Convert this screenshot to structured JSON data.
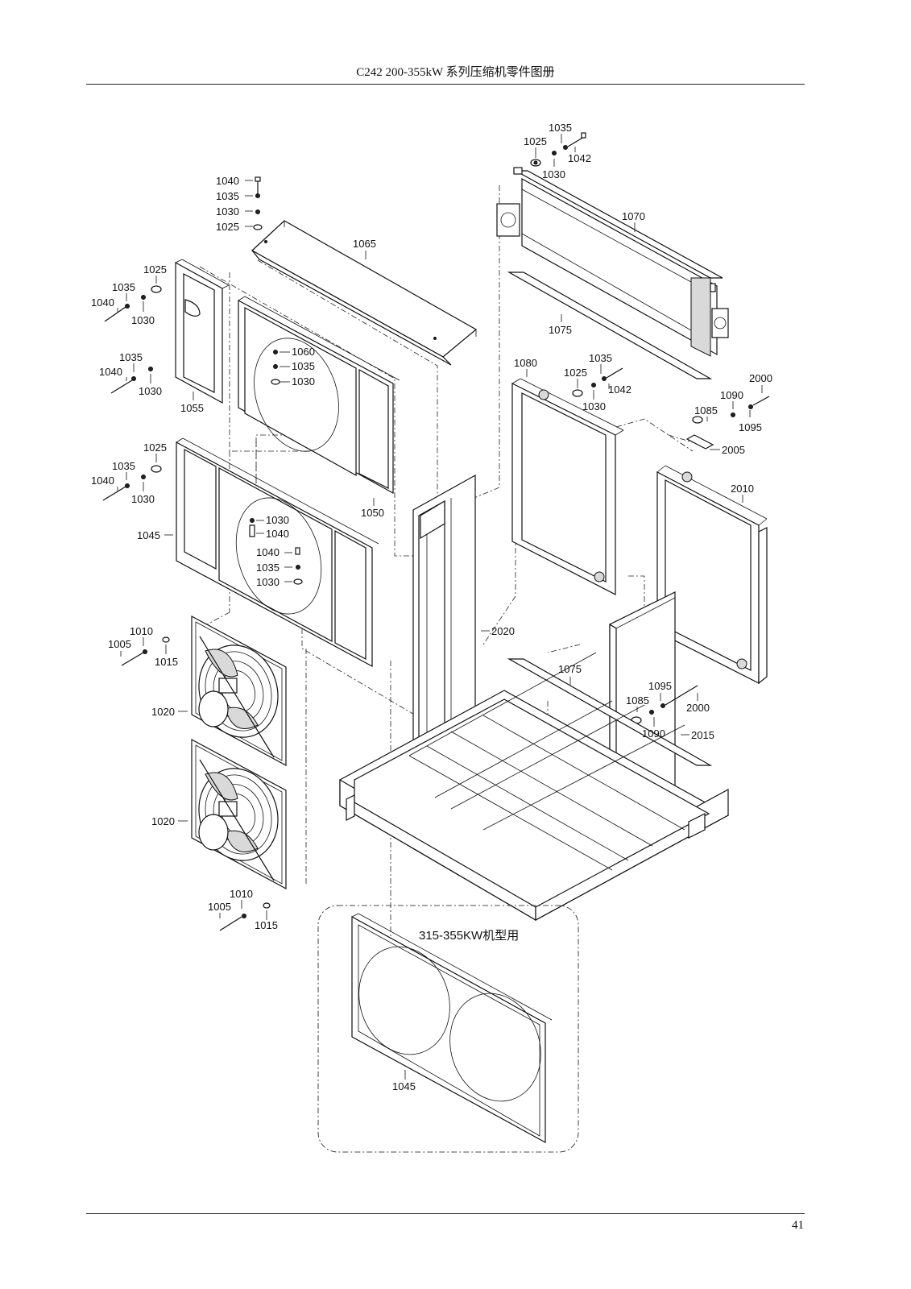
{
  "header": {
    "title": "C242 200-355kW 系列压缩机零件图册"
  },
  "footer": {
    "page_number": "41"
  },
  "inset": {
    "caption": "315-355KW机型用",
    "part": "1045"
  },
  "callouts": {
    "c1035_top": "1035",
    "c1025_top": "1025",
    "c1030_top": "1030",
    "c1042_top": "1042",
    "c1070": "1070",
    "c1075_top": "1075",
    "c1040_a": "1040",
    "c1035_a": "1035",
    "c1030_a": "1030",
    "c1025_a": "1025",
    "c1065": "1065",
    "c1025_b": "1025",
    "c1035_b": "1035",
    "c1040_b": "1040",
    "c1030_b": "1030",
    "c1035_c": "1035",
    "c1040_c": "1040",
    "c1030_c": "1030",
    "c1055": "1055",
    "c1060": "1060",
    "c1035_d": "1035",
    "c1030_d": "1030",
    "c1050": "1050",
    "c1080": "1080",
    "c1035_e": "1035",
    "c1025_e": "1025",
    "c1042_e": "1042",
    "c1030_e": "1030",
    "c2000_a": "2000",
    "c1090_a": "1090",
    "c1085_a": "1085",
    "c1095_a": "1095",
    "c2005": "2005",
    "c2010": "2010",
    "c1025_f": "1025",
    "c1035_f": "1035",
    "c1040_f": "1040",
    "c1030_f": "1030",
    "c1045": "1045",
    "c1030_g": "1030",
    "c1040_g": "1040",
    "c1040_h": "1040",
    "c1035_h": "1035",
    "c1030_h": "1030",
    "c2020": "2020",
    "c1010_a": "1010",
    "c1005_a": "1005",
    "c1015_a": "1015",
    "c1020_a": "1020",
    "c1020_b": "1020",
    "c1075_b": "1075",
    "c1095_b": "1095",
    "c1085_b": "1085",
    "c2000_b": "2000",
    "c1090_b": "1090",
    "c2015": "2015",
    "c1010_b": "1010",
    "c1005_b": "1005",
    "c1015_b": "1015"
  }
}
